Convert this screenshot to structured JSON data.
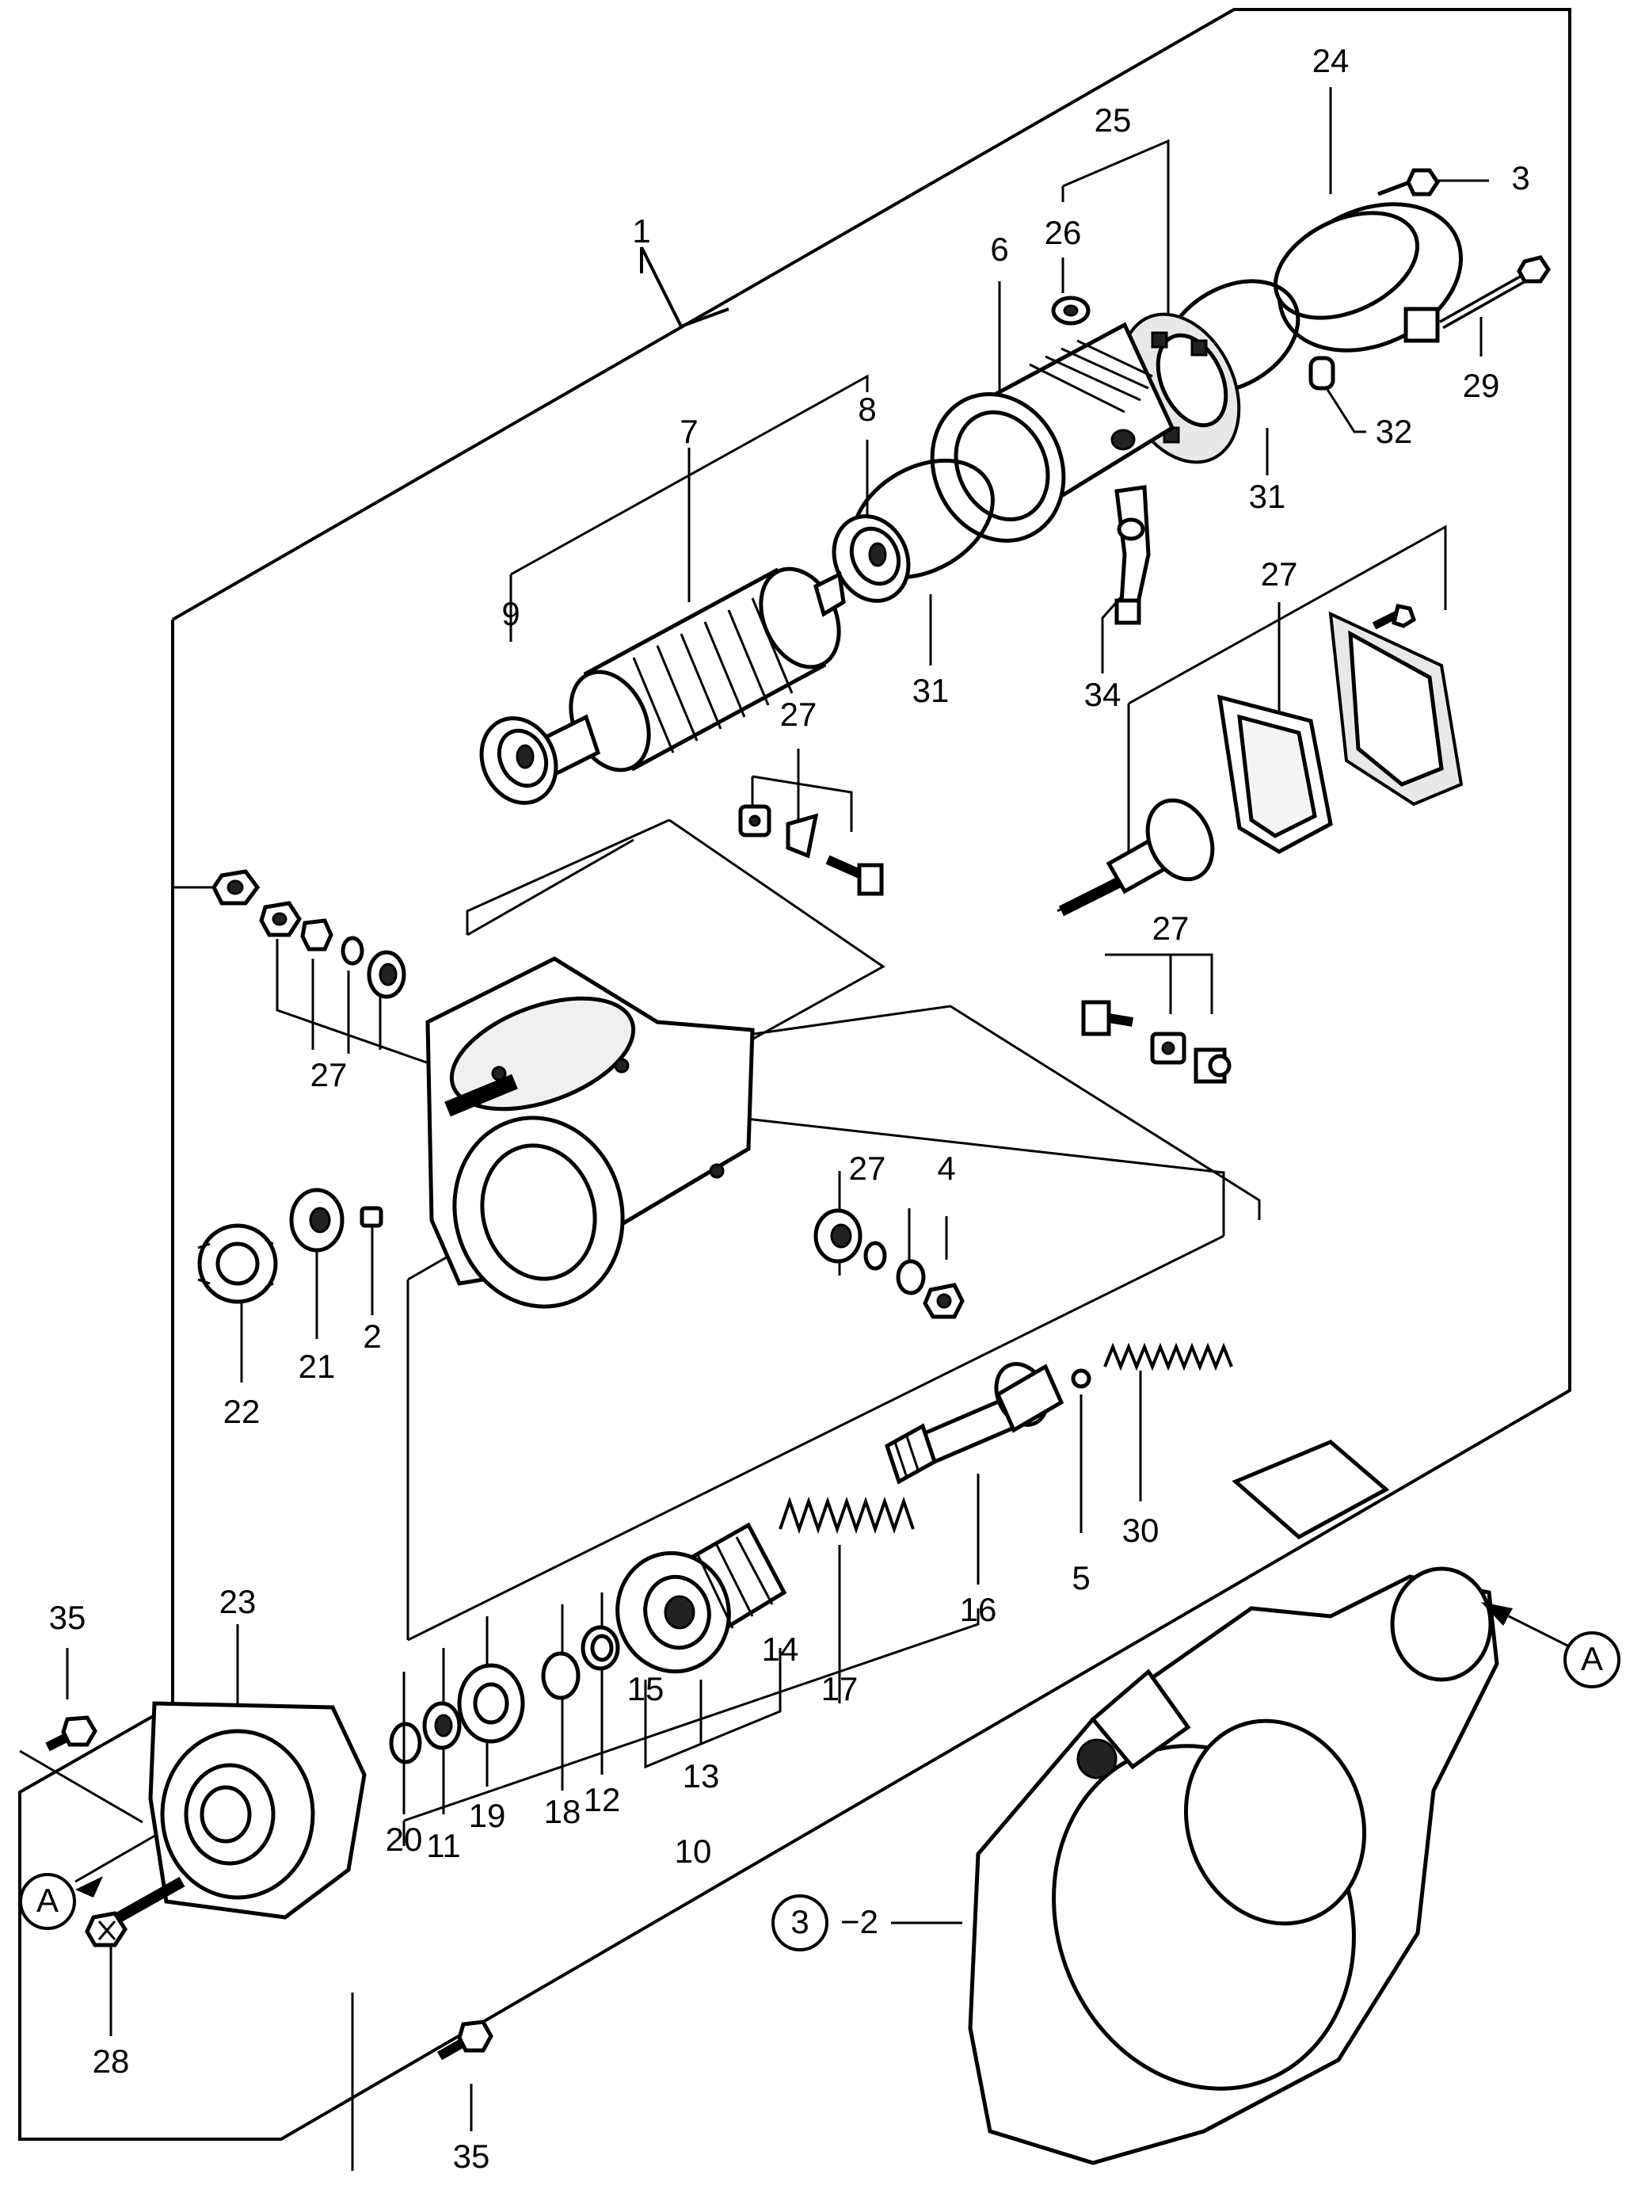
{
  "diagram": {
    "callouts": [
      {
        "id": "c1",
        "text": "1"
      },
      {
        "id": "c2",
        "text": "2"
      },
      {
        "id": "c3",
        "text": "3"
      },
      {
        "id": "c4",
        "text": "4"
      },
      {
        "id": "c5",
        "text": "5"
      },
      {
        "id": "c6",
        "text": "6"
      },
      {
        "id": "c7",
        "text": "7"
      },
      {
        "id": "c8",
        "text": "8"
      },
      {
        "id": "c9",
        "text": "9"
      },
      {
        "id": "c10",
        "text": "10"
      },
      {
        "id": "c11",
        "text": "11"
      },
      {
        "id": "c12",
        "text": "12"
      },
      {
        "id": "c13",
        "text": "13"
      },
      {
        "id": "c14",
        "text": "14"
      },
      {
        "id": "c15",
        "text": "15"
      },
      {
        "id": "c16",
        "text": "16"
      },
      {
        "id": "c17",
        "text": "17"
      },
      {
        "id": "c18",
        "text": "18"
      },
      {
        "id": "c19",
        "text": "19"
      },
      {
        "id": "c20",
        "text": "20"
      },
      {
        "id": "c21",
        "text": "21"
      },
      {
        "id": "c22",
        "text": "22"
      },
      {
        "id": "c23",
        "text": "23"
      },
      {
        "id": "c24",
        "text": "24"
      },
      {
        "id": "c25",
        "text": "25"
      },
      {
        "id": "c26",
        "text": "26"
      },
      {
        "id": "c27a",
        "text": "27"
      },
      {
        "id": "c27b",
        "text": "27"
      },
      {
        "id": "c27c",
        "text": "27"
      },
      {
        "id": "c27d",
        "text": "27"
      },
      {
        "id": "c27e",
        "text": "27"
      },
      {
        "id": "c28",
        "text": "28"
      },
      {
        "id": "c29",
        "text": "29"
      },
      {
        "id": "c30",
        "text": "30"
      },
      {
        "id": "c31a",
        "text": "31"
      },
      {
        "id": "c31b",
        "text": "31"
      },
      {
        "id": "c32",
        "text": "32"
      },
      {
        "id": "c34",
        "text": "34"
      },
      {
        "id": "c35a",
        "text": "35"
      },
      {
        "id": "c35b",
        "text": "35"
      }
    ],
    "refs": {
      "a_left": "A",
      "a_right": "A",
      "figure_ref_circle": "3",
      "figure_ref_suffix": "−2"
    }
  }
}
